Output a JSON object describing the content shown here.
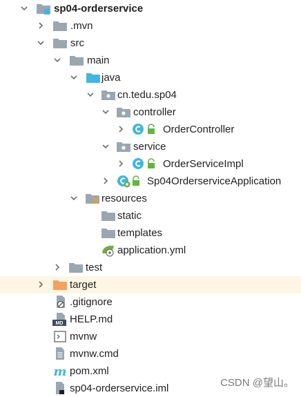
{
  "tree": {
    "root": "sp04-orderservice",
    "mvn": ".mvn",
    "src": "src",
    "main": "main",
    "java": "java",
    "package": "cn.tedu.sp04",
    "controller": "controller",
    "order_controller": "OrderController",
    "service": "service",
    "order_service_impl": "OrderServiceImpl",
    "application_class": "Sp04OrderserviceApplication",
    "resources": "resources",
    "static": "static",
    "templates": "templates",
    "application_yml": "application.yml",
    "test": "test",
    "target": "target",
    "gitignore": ".gitignore",
    "help_md": "HELP.md",
    "mvnw": "mvnw",
    "mvnw_cmd": "mvnw.cmd",
    "pom_xml": "pom.xml",
    "iml": "sp04-orderservice.iml"
  },
  "badges": {
    "md": "MD"
  },
  "watermark": "CSDN @望山。",
  "colors": {
    "folder_gray": "#9aa7b0",
    "folder_blue": "#40b6e0",
    "folder_orange": "#f4a15d",
    "class_blue": "#40b6e0",
    "lock_green": "#62b543",
    "spring_green": "#6db33f",
    "selection": "#fcf6e3"
  }
}
